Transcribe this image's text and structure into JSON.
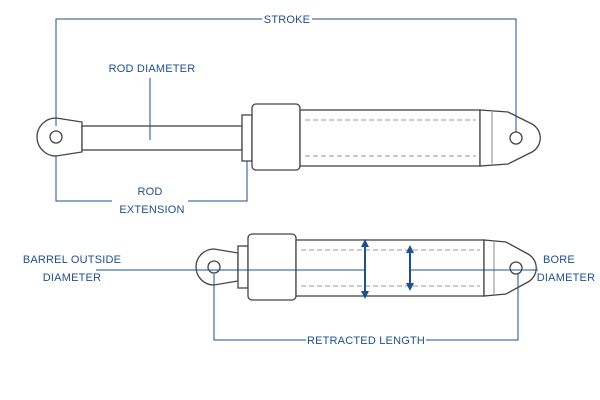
{
  "labels": {
    "stroke": "STROKE",
    "rod_diameter": "ROD DIAMETER",
    "rod_extension_line1": "ROD",
    "rod_extension_line2": "EXTENSION",
    "barrel_outside_line1": "BARREL OUTSIDE",
    "barrel_outside_line2": "DIAMETER",
    "bore_line1": "BORE",
    "bore_line2": "DIAMETER",
    "retracted_length": "RETRACTED LENGTH"
  },
  "colors": {
    "annotation": "#1f4f8f",
    "outline": "#444444"
  }
}
